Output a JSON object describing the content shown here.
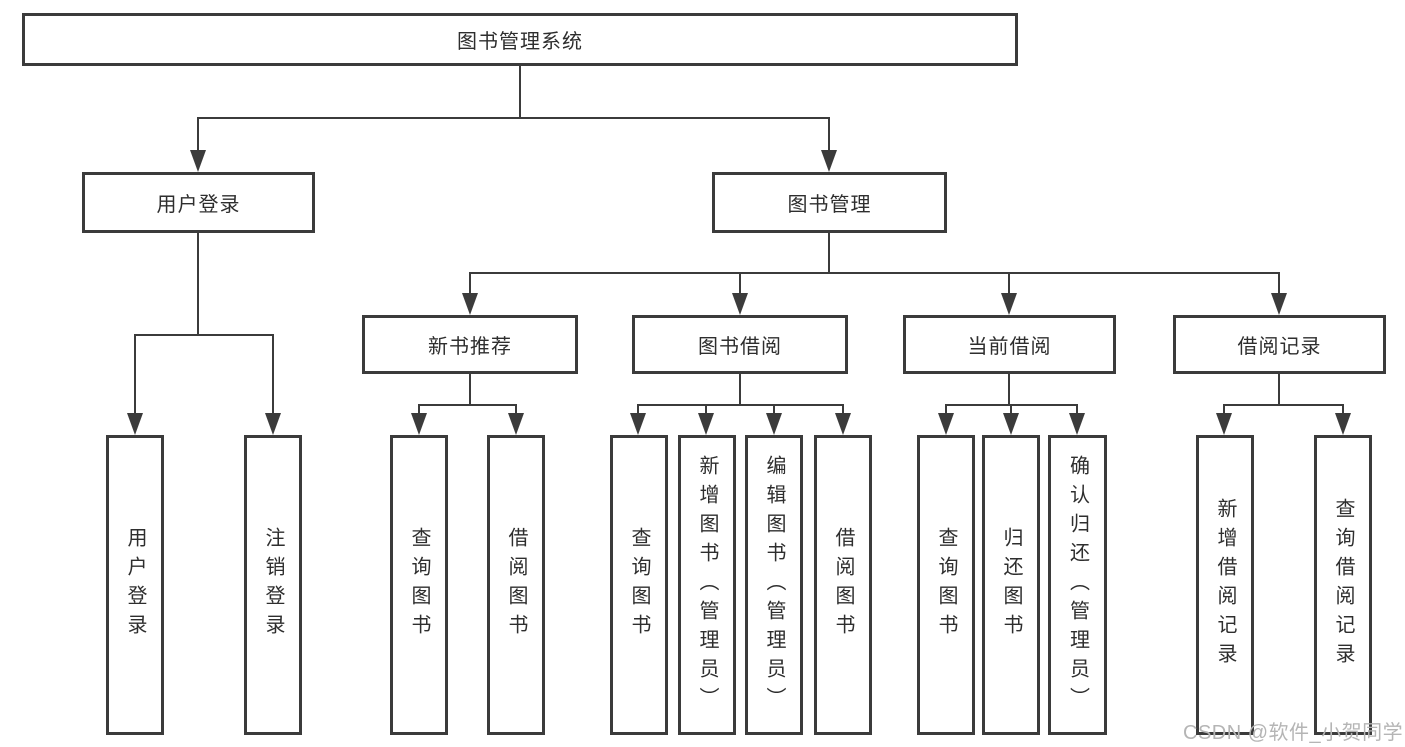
{
  "diagram": {
    "type": "hierarchy-tree",
    "watermark": "CSDN @软件_小贺同学",
    "colors": {
      "background": "#ffffff",
      "box_fill": "#ffffff",
      "box_border": "#3b3b3b",
      "connector": "#3b3b3b",
      "text": "#2e2e2e",
      "watermark_text": "#b5b5b5"
    },
    "tree": {
      "label": "图书管理系统",
      "children": [
        {
          "label": "用户登录",
          "children": [
            {
              "label": "用户登录"
            },
            {
              "label": "注销登录"
            }
          ]
        },
        {
          "label": "图书管理",
          "children": [
            {
              "label": "新书推荐",
              "children": [
                {
                  "label": "查询图书"
                },
                {
                  "label": "借阅图书"
                }
              ]
            },
            {
              "label": "图书借阅",
              "children": [
                {
                  "label": "查询图书"
                },
                {
                  "label": "新增图书（管理员）"
                },
                {
                  "label": "编辑图书（管理员）"
                },
                {
                  "label": "借阅图书"
                }
              ]
            },
            {
              "label": "当前借阅",
              "children": [
                {
                  "label": "查询图书"
                },
                {
                  "label": "归还图书"
                },
                {
                  "label": "确认归还（管理员）"
                }
              ]
            },
            {
              "label": "借阅记录",
              "children": [
                {
                  "label": "新增借阅记录"
                },
                {
                  "label": "查询借阅记录"
                }
              ]
            }
          ]
        }
      ]
    }
  }
}
